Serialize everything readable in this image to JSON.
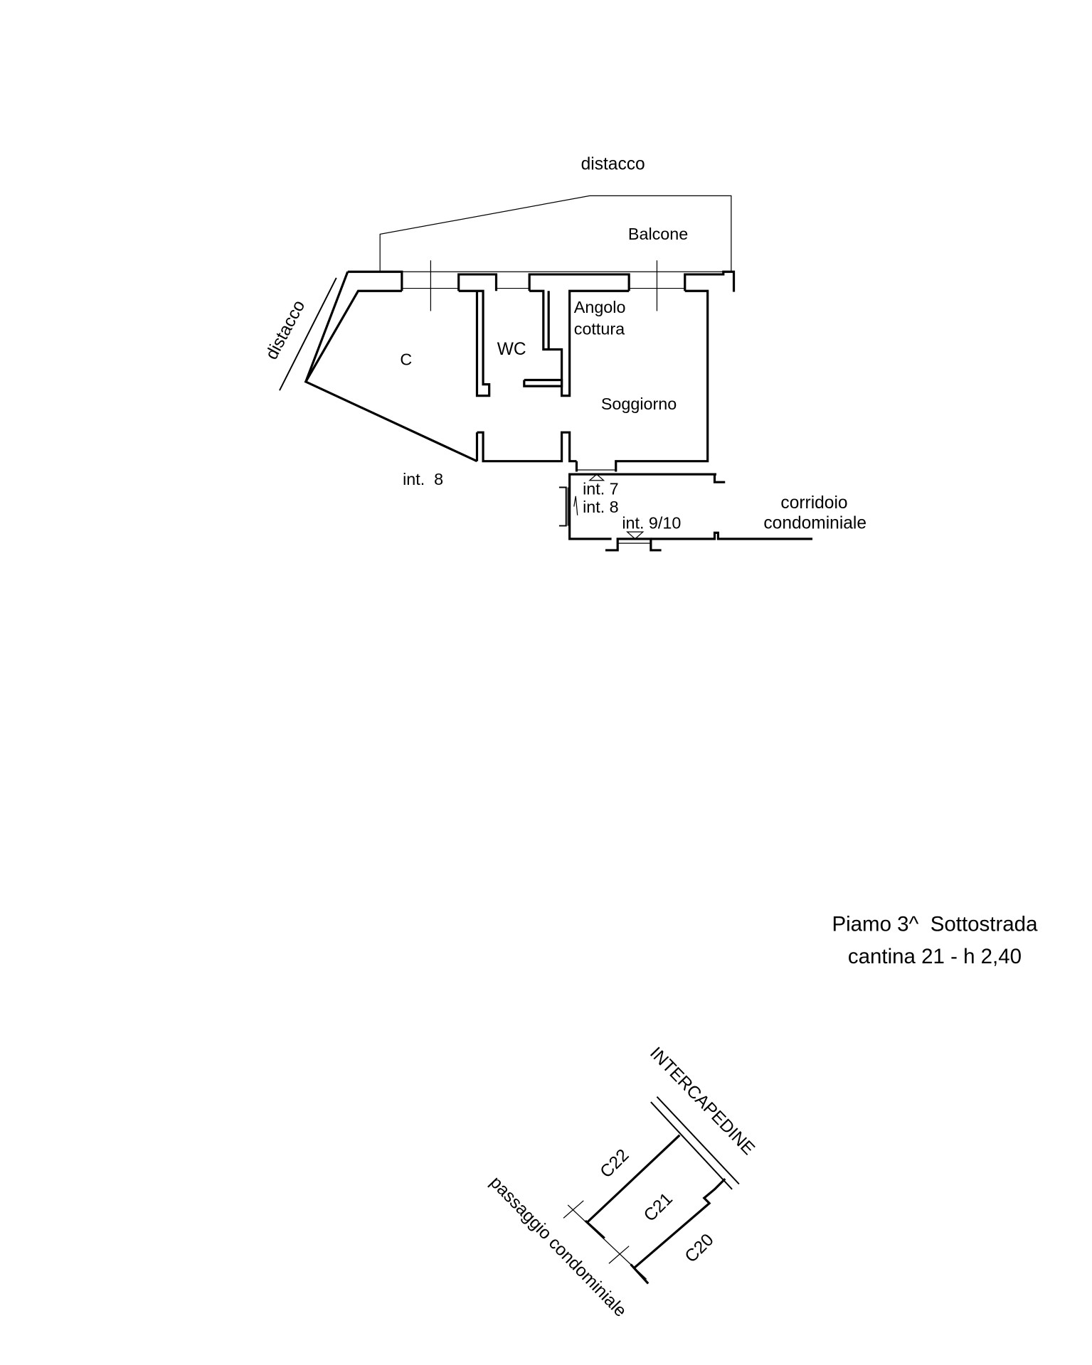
{
  "plan_upper": {
    "labels": {
      "distacco_top": "distacco",
      "distacco_left": "distacco",
      "balcone": "Balcone",
      "angolo": "Angolo",
      "cottura": "cottura",
      "wc": "WC",
      "c": "C",
      "soggiorno": "Soggiorno",
      "int8_left": "int.  8",
      "int7": "int. 7",
      "int8": "int. 8",
      "int910": "int. 9/10",
      "corridoio": "corridoio",
      "condominiale": "condominiale"
    }
  },
  "plan_lower": {
    "title_line1": "Piamo 3^  Sottostrada",
    "title_line2": "cantina 21 - h 2,40",
    "labels": {
      "intercapedine": "INTERCAPEDINE",
      "c22": "C22",
      "c21": "C21",
      "c20": "C20",
      "passaggio": "passaggio condominiale"
    }
  }
}
